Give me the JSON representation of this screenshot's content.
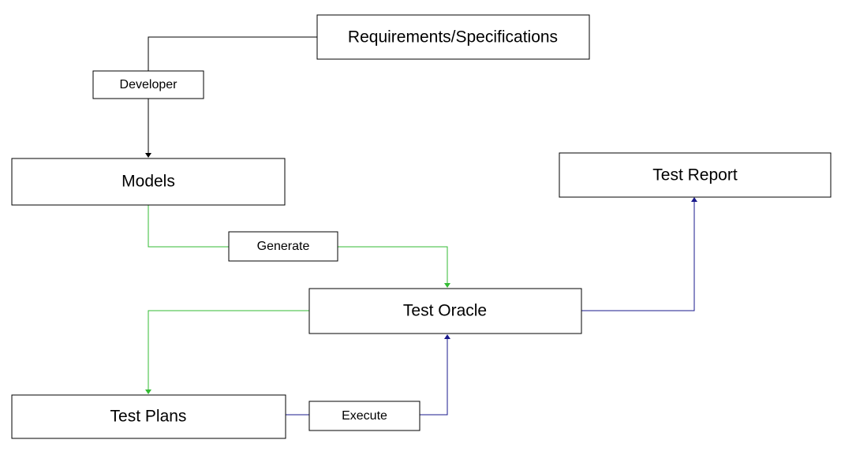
{
  "nodes": {
    "requirements": "Requirements/Specifications",
    "developer": "Developer",
    "models": "Models",
    "generate": "Generate",
    "test_report": "Test Report",
    "test_oracle": "Test Oracle",
    "test_plans": "Test Plans",
    "execute": "Execute"
  },
  "colors": {
    "black_edge": "#000000",
    "green_edge": "#33bb33",
    "blue_edge": "#1a1a8c"
  }
}
